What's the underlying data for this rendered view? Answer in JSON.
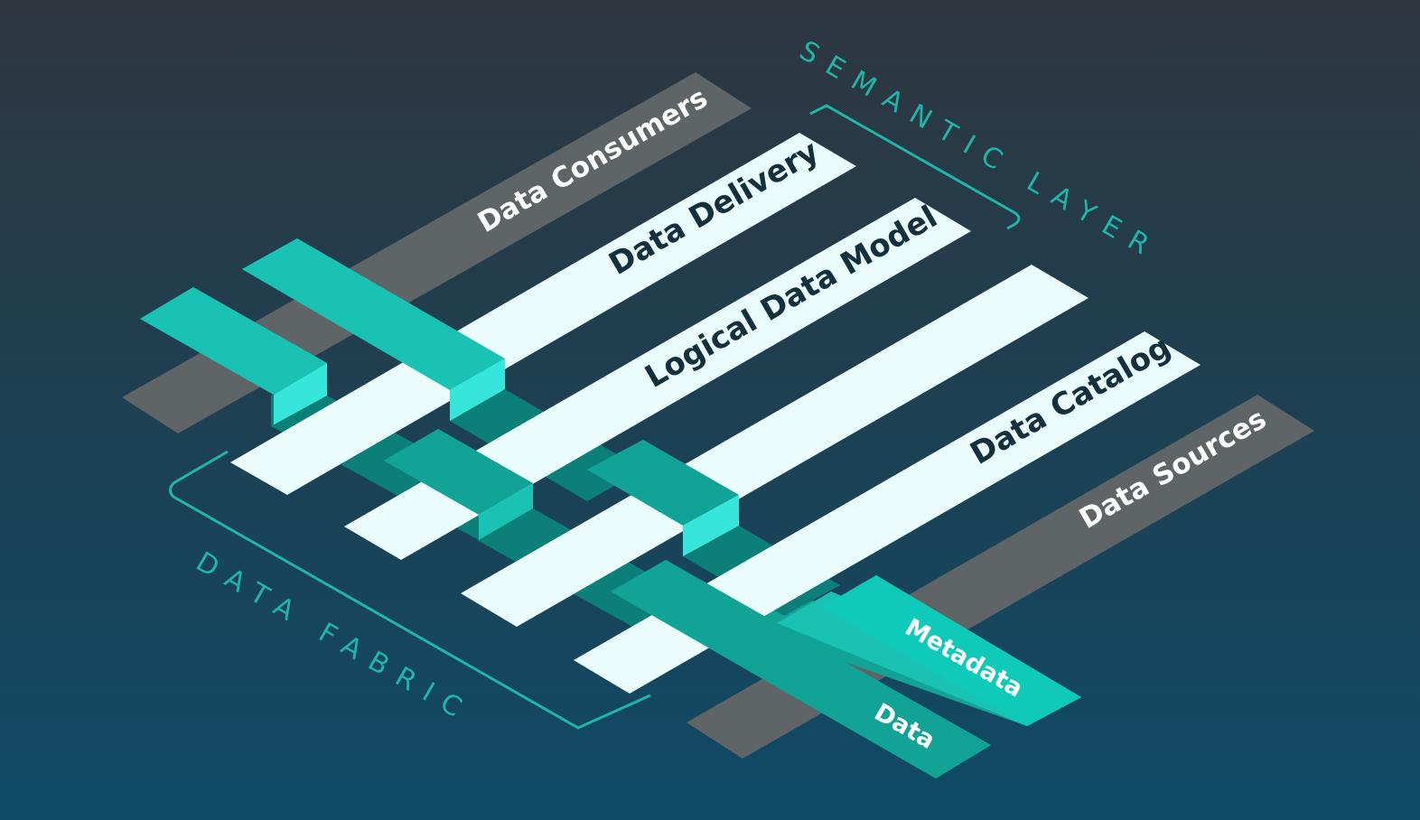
{
  "layers": {
    "data_consumers": "Data Consumers",
    "data_delivery": "Data Delivery",
    "logical_data_model": "Logical Data Model",
    "data_catalog": "Data Catalog",
    "data_sources": "Data Sources"
  },
  "groups": {
    "semantic_layer": "SEMANTIC LAYER",
    "data_fabric": "DATA FABRIC"
  },
  "ribbons": {
    "metadata": "Metadata",
    "data": "Data"
  },
  "colors": {
    "gray_bar": "#5f6566",
    "white_bar": "#eafdfc",
    "teal_top": "#19c2b2",
    "teal_mid": "#10a396",
    "teal_dark": "#0b7f78",
    "teal_bright": "#37e6da",
    "bracket": "#1fb5a8"
  }
}
